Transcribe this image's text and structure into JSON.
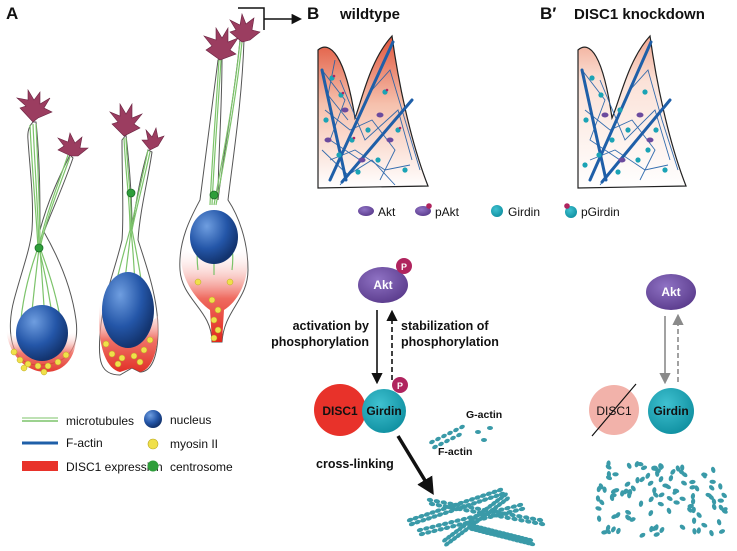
{
  "panels": {
    "a": "A",
    "b": "B",
    "b_prime": "B′",
    "wildtype": "wildtype",
    "knockdown": "DISC1 knockdown"
  },
  "legend_left": {
    "microtubules": "microtubules",
    "f_actin": "F-actin",
    "disc1_expression": "DISC1 expression",
    "nucleus": "nucleus",
    "myosin": "myosin II",
    "centrosome": "centrosome"
  },
  "legend_mid": {
    "akt": "Akt",
    "pakt": "pAkt",
    "girdin": "Girdin",
    "pgirdin": "pGirdin"
  },
  "pathway_wt": {
    "akt": "Akt",
    "p": "P",
    "activation_1": "activation by",
    "activation_2": "phosphorylation",
    "stabilization_1": "stabilization of",
    "stabilization_2": "phosphorylation",
    "disc1": "DISC1",
    "girdin": "Girdin",
    "g_actin": "G-actin",
    "f_actin": "F-actin",
    "cross_linking": "cross-linking"
  },
  "pathway_kd": {
    "akt": "Akt",
    "disc1": "DISC1",
    "girdin": "Girdin"
  },
  "colors": {
    "microtubule": "#7cc36a",
    "f_actin": "#1f5fa8",
    "disc1": "#e8322a",
    "nucleus": "#1e4fa0",
    "myosin": "#f0e04a",
    "centrosome": "#2e9e3a",
    "akt": "#6b4a9e",
    "girdin": "#1aa3b5",
    "phospho": "#b0245e",
    "actin_bead": "#3a9aa8"
  }
}
